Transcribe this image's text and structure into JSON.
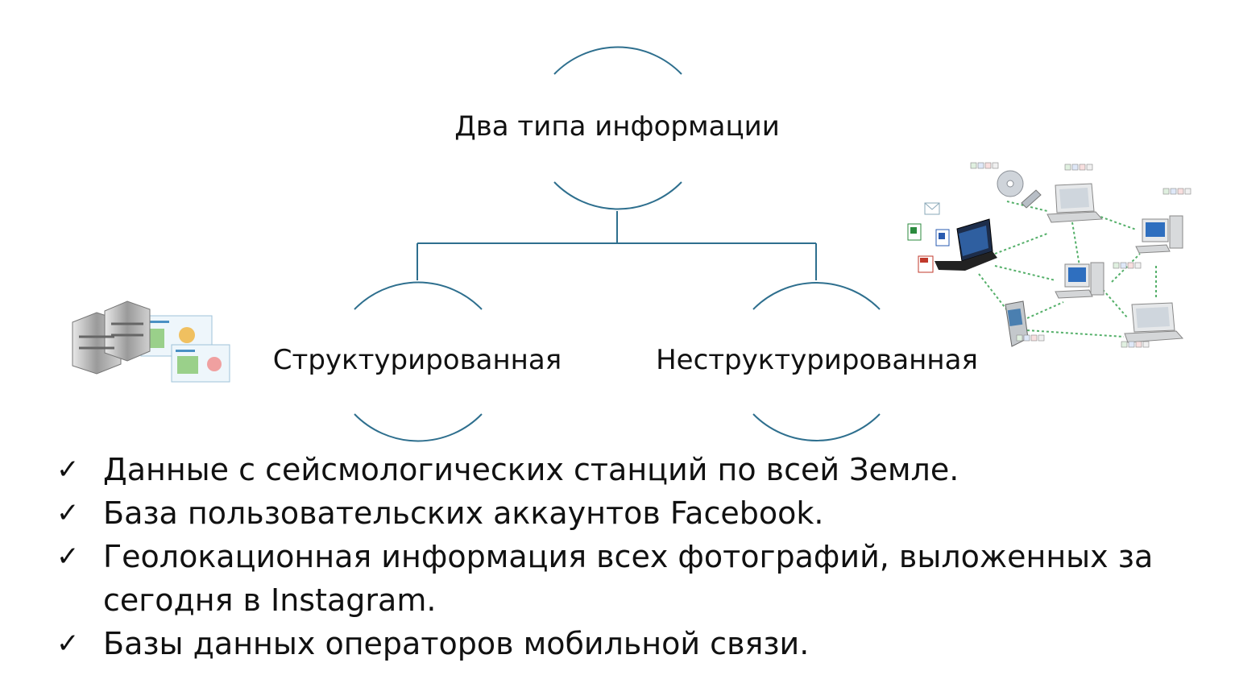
{
  "hierarchy": {
    "root": {
      "label": "Два типа информации"
    },
    "children": [
      {
        "label": "Структурированная"
      },
      {
        "label": "Неструктурированная"
      }
    ]
  },
  "colors": {
    "connector": "#2e6f8e",
    "text": "#111111",
    "network_link": "#55b06a"
  },
  "bullet_icon": "check-mark-icon",
  "bullets": [
    "Данные с сейсмологических станций по всей Земле.",
    "База пользовательских аккаунтов Facebook.",
    "Геолокационная информация всех фотографий, выложенных за сегодня в Instagram.",
    "Базы данных операторов мобильной связи."
  ],
  "illustrations": {
    "left": "server-database-icon",
    "right": "device-network-icon"
  }
}
